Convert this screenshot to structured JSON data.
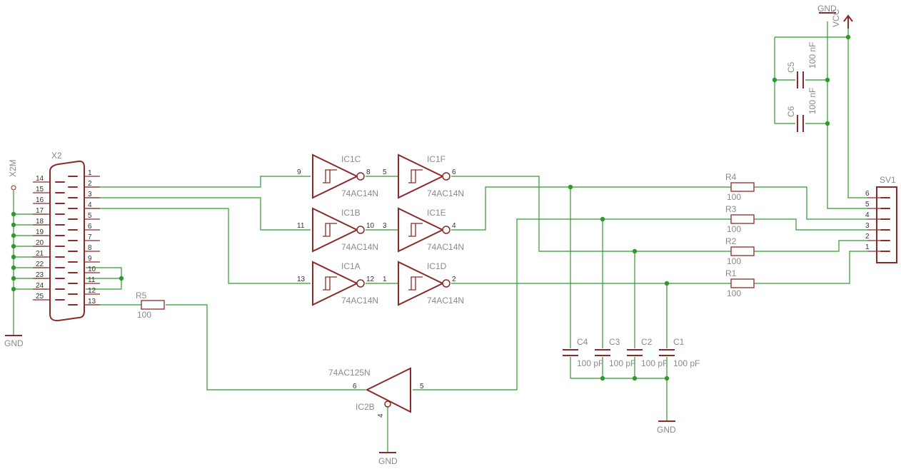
{
  "colors": {
    "wire": "#2e9a2e",
    "symbol": "#8b2a2a",
    "label": "#8a8a8a",
    "pin": "#333333",
    "background": "#ffffff"
  },
  "connector": {
    "name": "X2",
    "mount_label": "X2M",
    "left_pins": [
      "14",
      "15",
      "16",
      "17",
      "18",
      "19",
      "20",
      "21",
      "22",
      "23",
      "24",
      "25"
    ],
    "right_pins": [
      "1",
      "2",
      "3",
      "4",
      "5",
      "6",
      "7",
      "8",
      "9",
      "10",
      "11",
      "12",
      "13"
    ]
  },
  "gates": [
    {
      "name": "IC1C",
      "value": "74AC14N",
      "in_pin": "9",
      "out_pin": "8"
    },
    {
      "name": "IC1F",
      "value": "74AC14N",
      "in_pin": "5",
      "out_pin": "6"
    },
    {
      "name": "IC1B",
      "value": "74AC14N",
      "in_pin": "11",
      "out_pin": "10"
    },
    {
      "name": "IC1E",
      "value": "74AC14N",
      "in_pin": "3",
      "out_pin": "4"
    },
    {
      "name": "IC1A",
      "value": "74AC14N",
      "in_pin": "13",
      "out_pin": "12"
    },
    {
      "name": "IC1D",
      "value": "74AC14N",
      "in_pin": "1",
      "out_pin": "2"
    }
  ],
  "buffer": {
    "name": "IC2B",
    "value": "74AC125N",
    "in_pin": "5",
    "out_pin": "6",
    "enable_pin": "4"
  },
  "resistors": [
    {
      "name": "R5",
      "value": "100"
    },
    {
      "name": "R4",
      "value": "100"
    },
    {
      "name": "R3",
      "value": "100"
    },
    {
      "name": "R2",
      "value": "100"
    },
    {
      "name": "R1",
      "value": "100"
    }
  ],
  "capacitors": [
    {
      "name": "C4",
      "value": "100 pF"
    },
    {
      "name": "C3",
      "value": "100 pF"
    },
    {
      "name": "C2",
      "value": "100 pF"
    },
    {
      "name": "C1",
      "value": "100 pF"
    },
    {
      "name": "C5",
      "value": "100 nF"
    },
    {
      "name": "C6",
      "value": "100 nF"
    }
  ],
  "header": {
    "name": "SV1",
    "pins": [
      "6",
      "5",
      "4",
      "3",
      "2",
      "1"
    ]
  },
  "power": {
    "ground": "GND",
    "supply": "VCC"
  }
}
